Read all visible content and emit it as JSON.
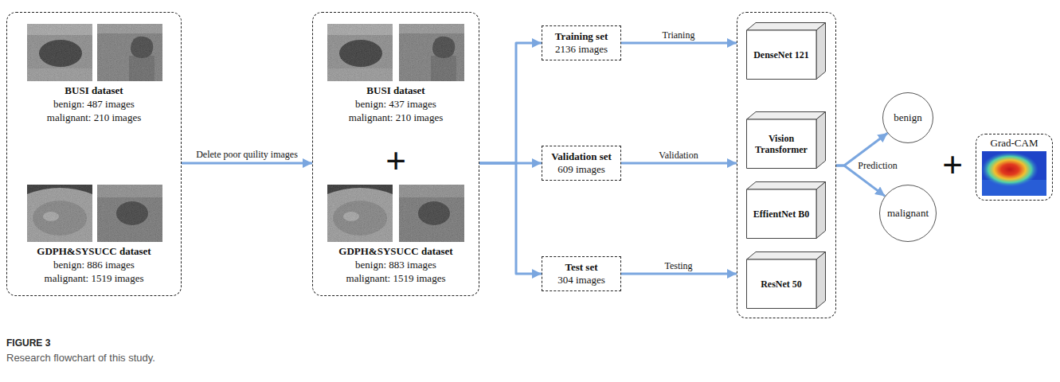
{
  "diagram": {
    "caption": "Research flowchart of this study.",
    "nodes": [
      {
        "text": [
          "BUSI dataset",
          "benign: 487 images",
          "malignant: 210 images",
          "GDPH&SYSUCC dataset",
          "benign: 886 images",
          "malignant: 1519 images"
        ]
      },
      {
        "text": [
          "BUSI dataset",
          "benign: 437 images",
          "malignant: 210 images",
          "+",
          "GDPH&SYSUCC dataset",
          "benign: 883 images",
          "malignant: 1519 images"
        ]
      },
      {
        "text": [
          "Training set",
          "2136 images"
        ]
      },
      {
        "text": [
          "Validation set",
          "609 images"
        ]
      },
      {
        "text": [
          "Test set",
          "304 images"
        ]
      },
      {
        "text": []
      },
      {
        "text": [
          "DenseNet 121"
        ],
        "in": 5
      },
      {
        "text": [
          "Vision Transformer"
        ],
        "in": 5
      },
      {
        "text": [
          "EffientNet B0"
        ],
        "in": 5
      },
      {
        "text": [
          "ResNet 50"
        ],
        "in": 5
      },
      {
        "text": [
          "benign"
        ]
      },
      {
        "text": [
          "malignant"
        ]
      },
      {
        "text": [
          "Grad-CAM"
        ]
      }
    ],
    "edges": [
      {
        "from": 0,
        "to": 1,
        "label": "Delete poor quility images",
        "arrow": "to"
      },
      {
        "from": 1,
        "to": 2,
        "arrow": "to"
      },
      {
        "from": 1,
        "to": 3,
        "arrow": "to"
      },
      {
        "from": 1,
        "to": 4,
        "arrow": "to"
      },
      {
        "from": 2,
        "to": 5,
        "label": "Trianing",
        "arrow": "to"
      },
      {
        "from": 3,
        "to": 5,
        "label": "Validation",
        "arrow": "to"
      },
      {
        "from": 4,
        "to": 5,
        "label": "Testing",
        "arrow": "to"
      },
      {
        "from": 5,
        "to": 10,
        "label": "Prediction",
        "arrow": "to"
      },
      {
        "from": 5,
        "to": 11,
        "arrow": "to"
      }
    ],
    "labels": [
      "+",
      "FIGURE 3"
    ]
  }
}
